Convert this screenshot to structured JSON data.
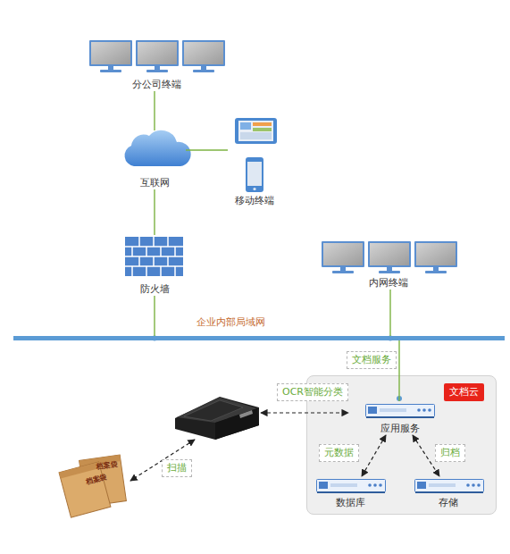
{
  "diagram": {
    "nodes": [
      {
        "text": [
          "分公司终端"
        ]
      },
      {
        "text": [
          "互联网"
        ]
      },
      {
        "text": [
          "移动终端"
        ]
      },
      {
        "text": [
          "防火墙"
        ]
      },
      {
        "text": [
          "内网终端"
        ]
      },
      {
        "text": [
          "企业内部局域网"
        ]
      },
      {
        "text": [
          "文档云"
        ]
      },
      {
        "text": [
          "应用服务"
        ],
        "in": 6
      },
      {
        "text": [
          "数据库"
        ],
        "in": 6
      },
      {
        "text": [
          "存储"
        ],
        "in": 6
      }
    ],
    "edges": [
      {
        "from": 0,
        "to": 1,
        "arrow": "none"
      },
      {
        "from": 1,
        "to": 2,
        "arrow": "none"
      },
      {
        "from": 1,
        "to": 3,
        "arrow": "none"
      },
      {
        "from": 3,
        "to": 5,
        "arrow": "none"
      },
      {
        "from": 4,
        "to": 5,
        "arrow": "none"
      },
      {
        "from": 5,
        "to": 7,
        "label": "文档服务",
        "arrow": "none"
      },
      {
        "from": 7,
        "to": 8,
        "label": "元数据",
        "arrow": "both"
      },
      {
        "from": 7,
        "to": 9,
        "label": "归档",
        "arrow": "both"
      }
    ],
    "labels": [
      "OCR智能分类",
      "扫描",
      "档案袋",
      "档案袋"
    ]
  }
}
